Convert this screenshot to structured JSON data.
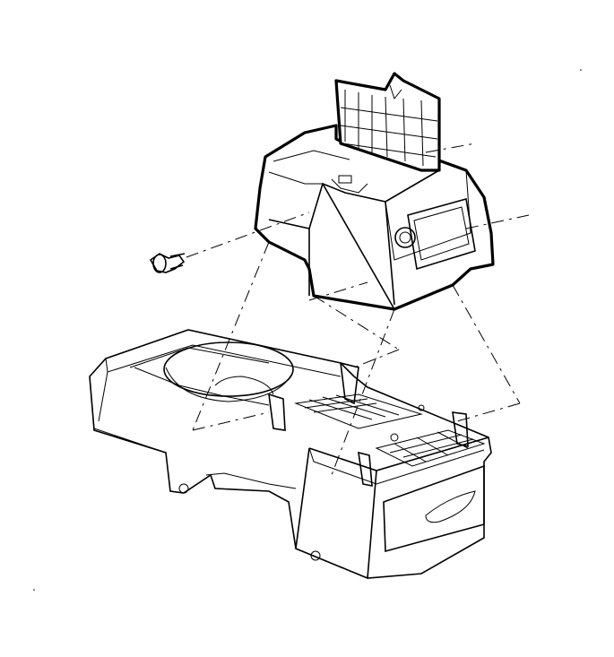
{
  "diagram": {
    "kind": "exploded-assembly-line-drawing",
    "parts": [
      {
        "name": "rear-console-housing-with-lid",
        "icon": "console-housing-icon"
      },
      {
        "name": "lid-door-open",
        "icon": "hinged-lid-icon"
      },
      {
        "name": "power-outlet-socket",
        "icon": "socket-icon"
      },
      {
        "name": "retaining-screw",
        "icon": "screw-icon"
      },
      {
        "name": "floor-console-base",
        "icon": "console-base-icon"
      },
      {
        "name": "cup-holder-recess",
        "icon": "cup-holder-icon"
      },
      {
        "name": "front-storage-pocket",
        "icon": "pocket-icon"
      }
    ],
    "colors": {
      "line": "#000000",
      "background": "#ffffff"
    }
  }
}
